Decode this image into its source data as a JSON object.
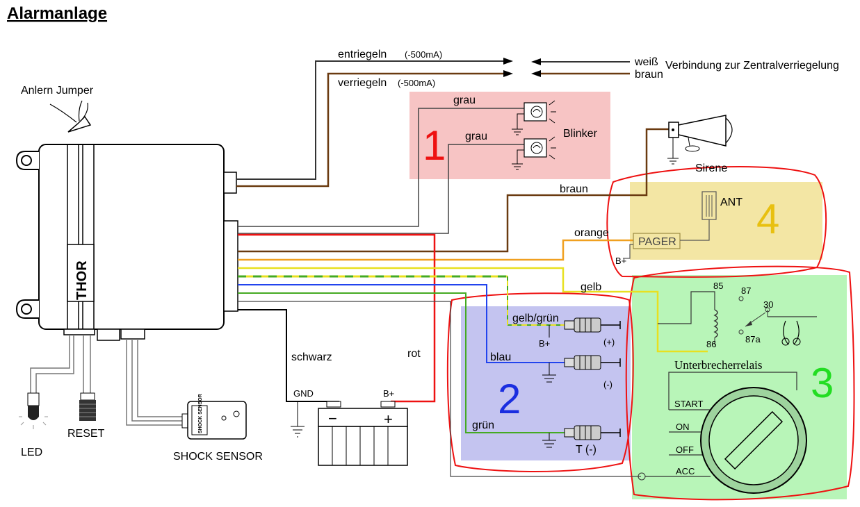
{
  "title": "Alarmanlage",
  "wires": {
    "entriegeln": "entriegeln",
    "entriegeln_ma": "(-500mA)",
    "verriegeln": "verriegeln",
    "verriegeln_ma": "(-500mA)",
    "weiss": "weiß",
    "braun_top": "braun",
    "central_locking": "Verbindung zur Zentralverriegelung",
    "grau1": "grau",
    "grau2": "grau",
    "braun_mid": "braun",
    "orange": "orange",
    "gelb": "gelb",
    "gelb_gruen": "gelb/grün",
    "blau": "blau",
    "gruen": "grün",
    "schwarz": "schwarz",
    "rot": "rot"
  },
  "components": {
    "jumper": "Anlern Jumper",
    "blinker": "Blinker",
    "sirene": "Sirene",
    "ant": "ANT",
    "pager": "PAGER",
    "bplus_pager": "B+",
    "bplus_door": "B+",
    "plus": "(+)",
    "minus": "(-)",
    "t_minus": "T (-)",
    "relay_85": "85",
    "relay_87": "87",
    "relay_30": "30",
    "relay_86": "86",
    "relay_87a": "87a",
    "relay_name": "Unterbrecherrelais",
    "start": "START",
    "on": "ON",
    "off": "OFF",
    "acc": "ACC",
    "gnd": "GND",
    "bplus_batt": "B+",
    "batt_minus": "−",
    "batt_plus": "+",
    "led": "LED",
    "reset": "RESET",
    "shock_sensor": "SHOCK SENSOR",
    "shock_sensor_face": "SHOCK SENSOR",
    "brand": "THOR"
  },
  "zones": {
    "z1": "1",
    "z2": "2",
    "z3": "3",
    "z4": "4"
  },
  "colors": {
    "zone1": "#f7c4c4",
    "zone2": "#c4c4f0",
    "zone3": "#b8f5b8",
    "zone4": "#f3e6a4",
    "num1": "#ee1111",
    "num2": "#1a2ee0",
    "num3": "#22dd22",
    "num4": "#e8c010"
  }
}
